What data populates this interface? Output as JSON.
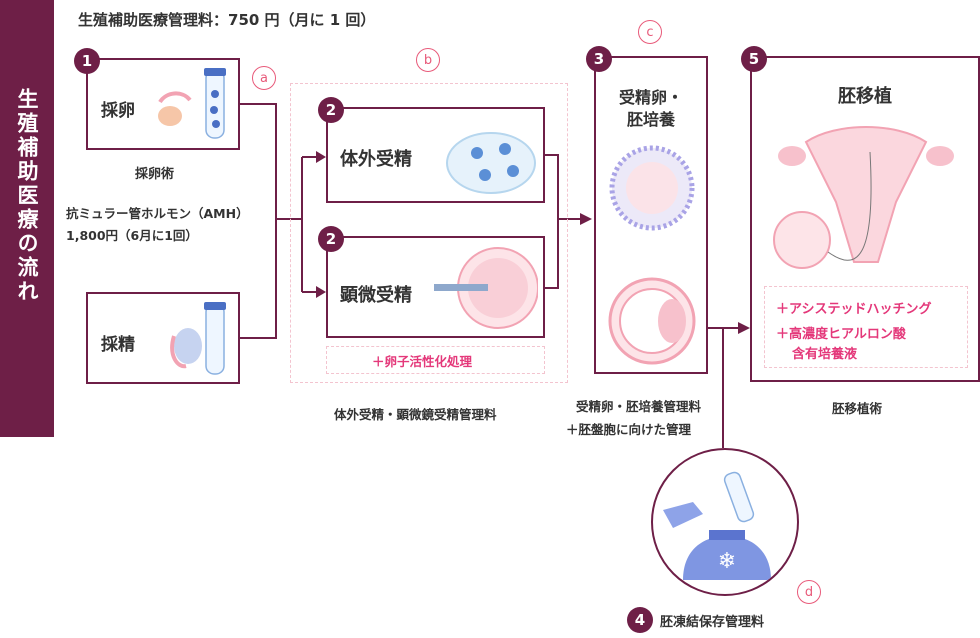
{
  "sidebar": {
    "title": "生殖補助医療の流れ"
  },
  "header": {
    "fee": "生殖補助医療管理料：750 円（月に 1 回）"
  },
  "steps": {
    "s1": {
      "num": "1",
      "egg_label": "採卵",
      "sperm_label": "採精",
      "caption": "採卵術",
      "amh_line1": "抗ミュラー管ホルモン（AMH）",
      "amh_line2": "1,800円（6月に1回）"
    },
    "s2a": {
      "num": "2",
      "label": "体外受精"
    },
    "s2b": {
      "num": "2",
      "label": "顕微受精"
    },
    "s3": {
      "num": "3",
      "label_line1": "受精卵・",
      "label_line2": "胚培養",
      "caption_line1": "受精卵・胚培養管理料",
      "caption_line2": "＋胚盤胞に向けた管理"
    },
    "s4": {
      "num": "4",
      "caption": "胚凍結保存管理料"
    },
    "s5": {
      "num": "5",
      "label": "胚移植",
      "option1": "＋アシステッドハッチング",
      "option2_line1": "＋高濃度ヒアルロン酸",
      "option2_line2": "含有培養液",
      "caption": "胚移植術"
    }
  },
  "group_b": {
    "option": "＋卵子活性化処理",
    "caption": "体外受精・顕微鏡受精管理料"
  },
  "markers": {
    "a": "a",
    "b": "b",
    "c": "c",
    "d": "d"
  },
  "colors": {
    "brand": "#6e1f47",
    "accent": "#e4387a",
    "dashed": "#f3c4cf"
  }
}
